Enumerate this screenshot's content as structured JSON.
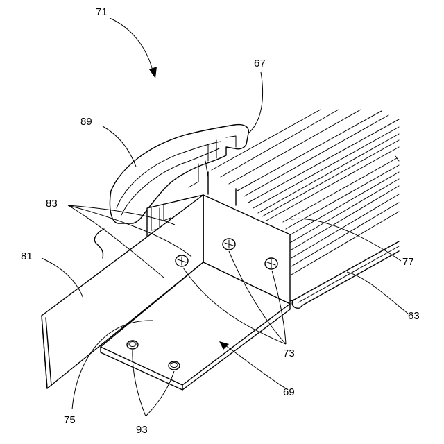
{
  "references": {
    "r71": "71",
    "r67": "67",
    "r89": "89",
    "r83": "83",
    "r81": "81",
    "r77": "77",
    "r63": "63",
    "r73": "73",
    "r69": "69",
    "r75": "75",
    "r93": "93"
  },
  "colors": {
    "ink": "#000000",
    "background": "#ffffff"
  }
}
